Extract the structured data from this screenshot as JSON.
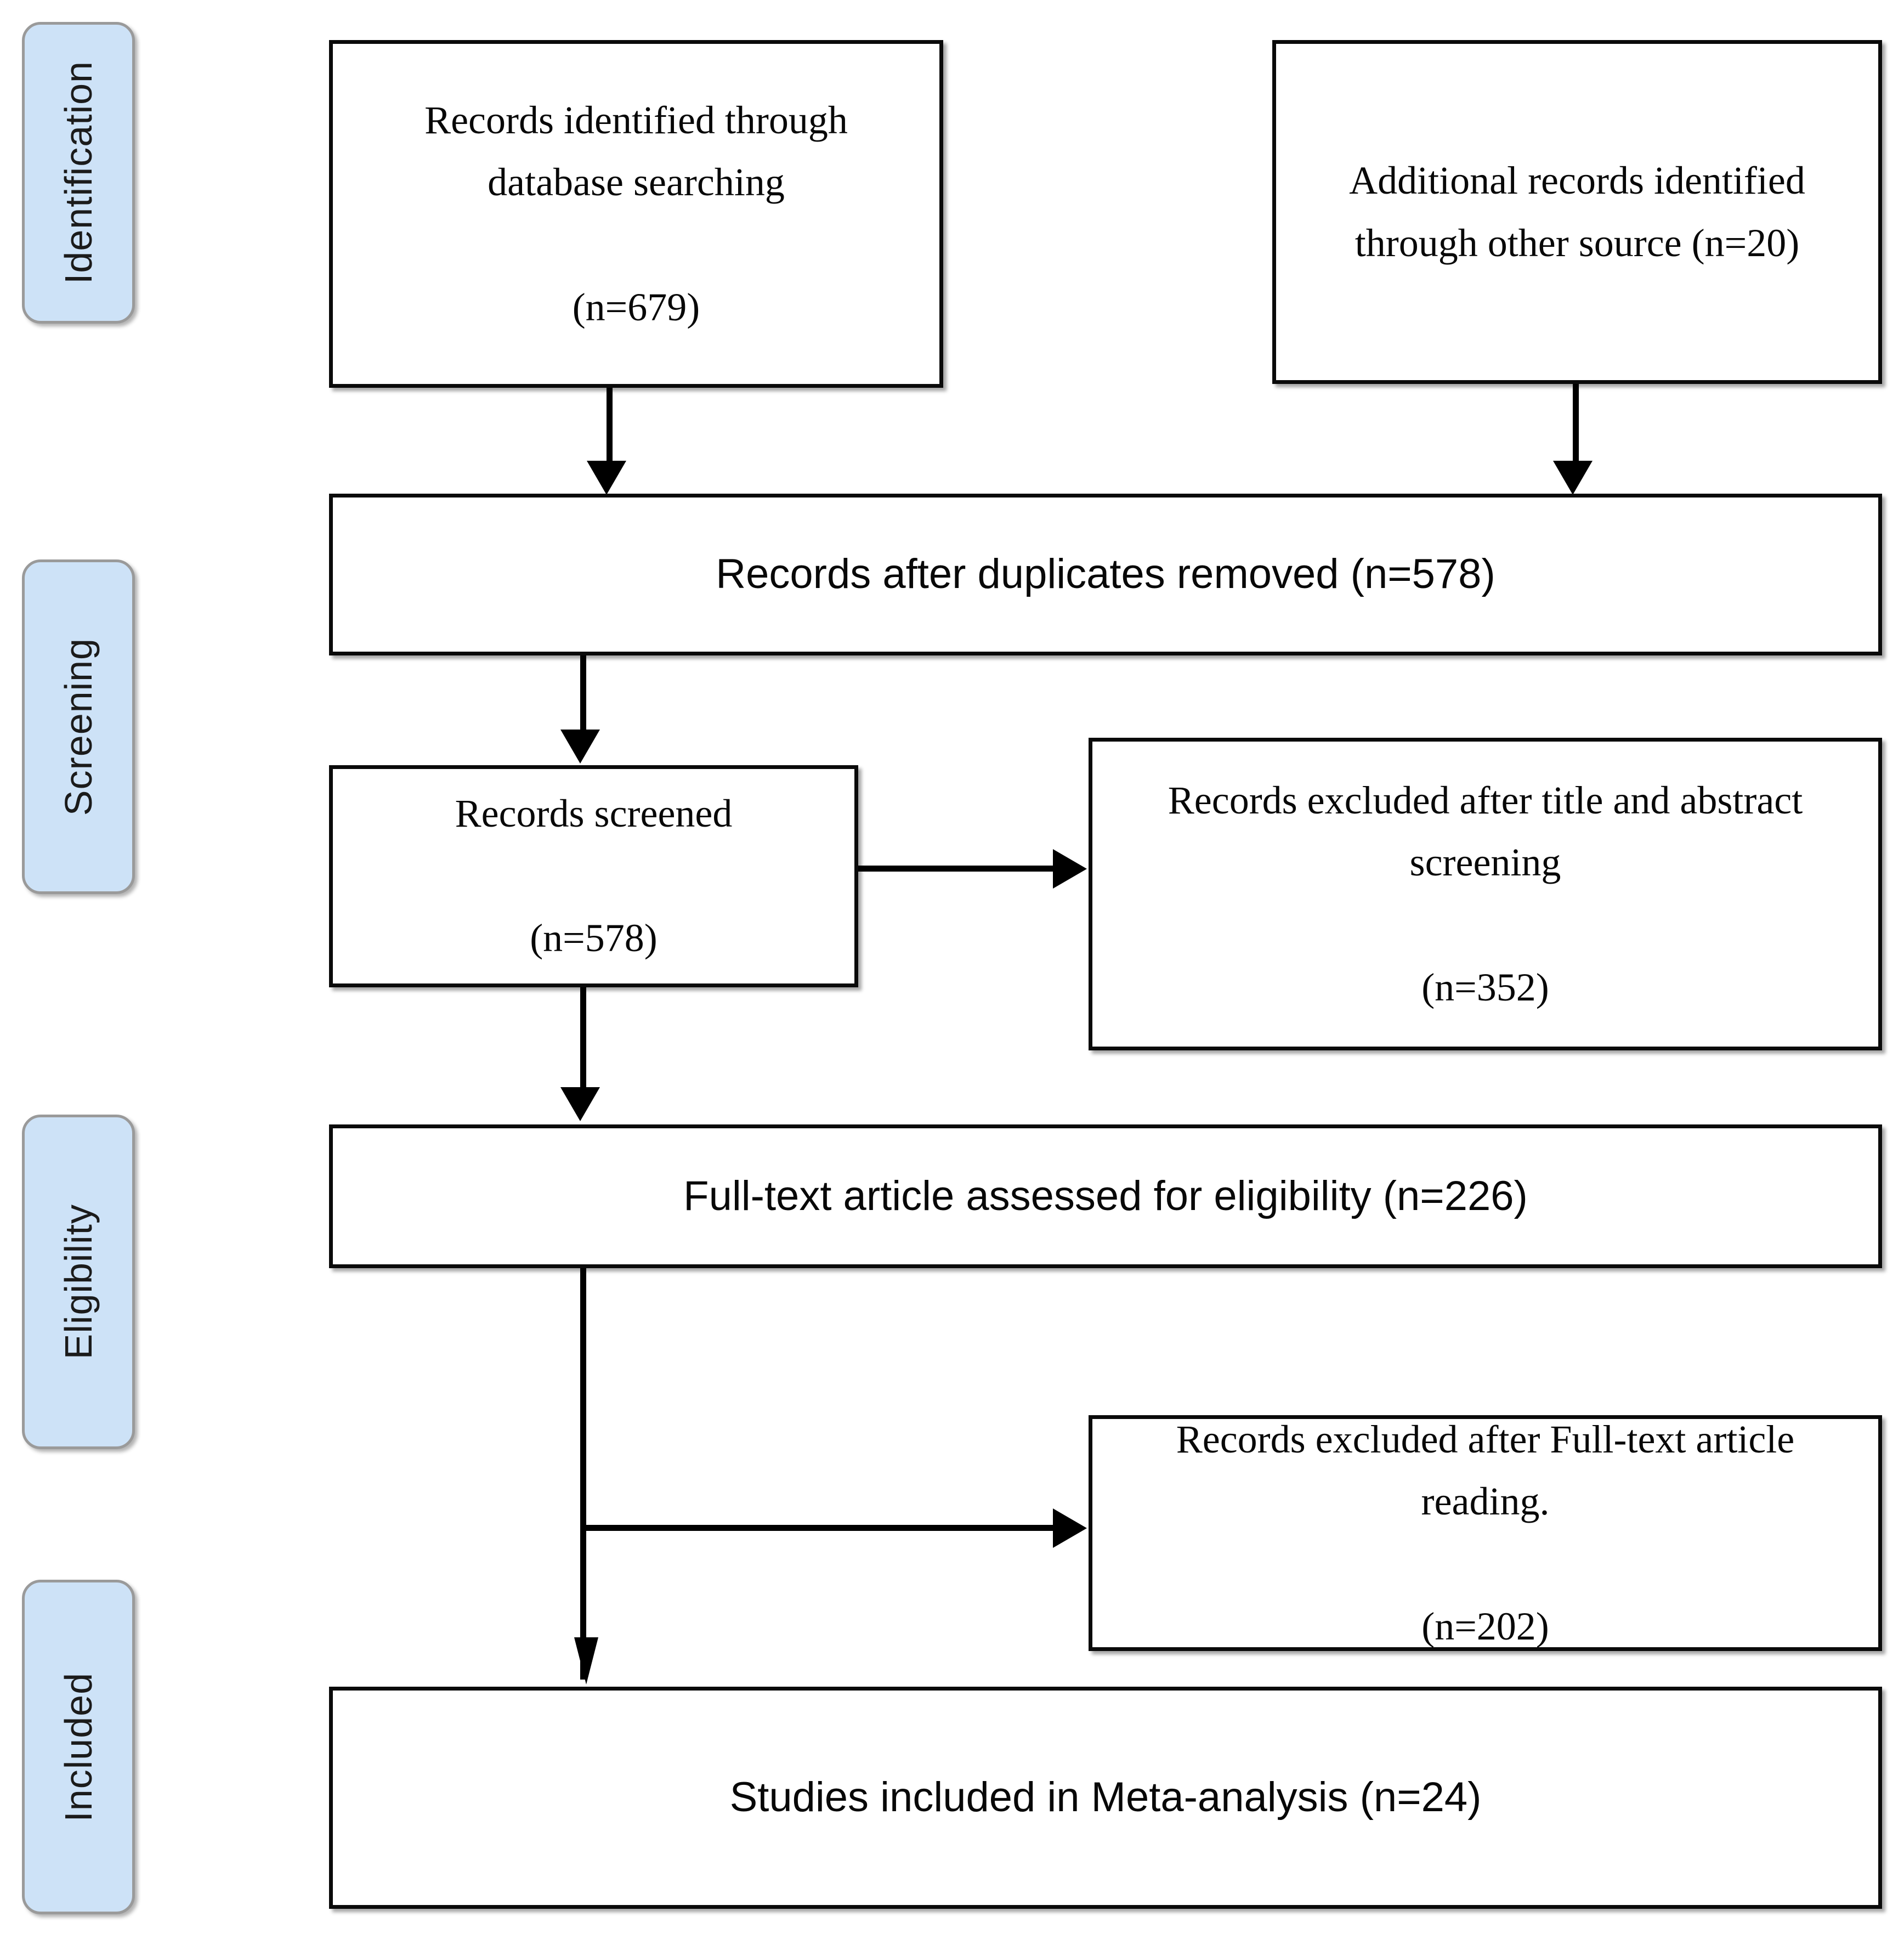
{
  "diagram": {
    "type": "prisma-flow-diagram",
    "title": "PRISMA flow diagram"
  },
  "stages": [
    {
      "id": "identification",
      "label": "Identification"
    },
    {
      "id": "screening",
      "label": "Screening"
    },
    {
      "id": "eligibility",
      "label": "Eligibility"
    },
    {
      "id": "included",
      "label": "Included"
    }
  ],
  "boxes": {
    "records_identified": {
      "text": "Records identified through\ndatabase searching\n\n(n=679)",
      "count": 679
    },
    "additional_records": {
      "text": "Additional records identified\nthrough other source (n=20)",
      "count": 20
    },
    "after_duplicates": {
      "text": "Records after duplicates removed (n=578)",
      "count": 578
    },
    "records_screened": {
      "text": "Records screened\n\n(n=578)",
      "count": 578
    },
    "excluded_title_abstract": {
      "text": "Records excluded after title and abstract\nscreening\n\n(n=352)",
      "count": 352
    },
    "fulltext_assessed": {
      "text": "Full-text article assessed for eligibility (n=226)",
      "count": 226
    },
    "excluded_fulltext": {
      "text": "Records excluded after Full-text article\nreading.\n\n(n=202)",
      "count": 202
    },
    "studies_included": {
      "text": "Studies included in Meta-analysis (n=24)",
      "count": 24
    }
  },
  "colors": {
    "stage_fill": "#cde2f7",
    "stage_border": "#9a9a9a",
    "box_border": "#0a0a0a",
    "box_fill": "#ffffff",
    "connector": "#000000",
    "text": "#080808"
  }
}
